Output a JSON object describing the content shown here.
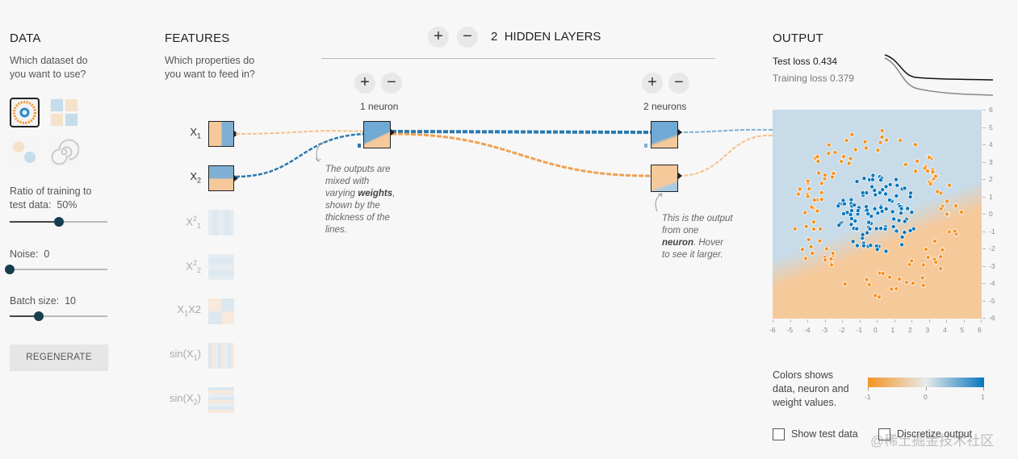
{
  "data_panel": {
    "title": "DATA",
    "question_line1": "Which dataset do",
    "question_line2": "you want to use?",
    "ratio_label_line1": "Ratio of training to",
    "ratio_label_line2": "test data:",
    "ratio_value": "50%",
    "ratio_fraction": 0.5,
    "noise_label": "Noise:",
    "noise_value": "0",
    "noise_fraction": 0.0,
    "batch_label": "Batch size:",
    "batch_value": "10",
    "batch_fraction": 0.3,
    "regenerate_label": "REGENERATE"
  },
  "features_panel": {
    "title": "FEATURES",
    "question_line1": "Which properties do",
    "question_line2": "you want to feed in?",
    "features": [
      {
        "base": "X",
        "sub": "1",
        "sup": "",
        "tail": "",
        "active": true
      },
      {
        "base": "X",
        "sub": "2",
        "sup": "",
        "tail": "",
        "active": true
      },
      {
        "base": "X",
        "sub": "1",
        "sup": "2",
        "tail": "",
        "active": false
      },
      {
        "base": "X",
        "sub": "2",
        "sup": "2",
        "tail": "",
        "active": false
      },
      {
        "base": "X",
        "sub": "1",
        "sup": "",
        "tail": "X2",
        "active": false
      },
      {
        "base": "sin(X",
        "sub": "1",
        "sup": "",
        "tail": ")",
        "active": false
      },
      {
        "base": "sin(X",
        "sub": "2",
        "sup": "",
        "tail": ")",
        "active": false
      }
    ]
  },
  "network": {
    "layers_count": "2",
    "layers_label": "HIDDEN LAYERS",
    "layer1_neurons_label": "1 neuron",
    "layer2_neurons_label": "2 neurons",
    "note_weights_1": "The outputs are",
    "note_weights_2": "mixed with",
    "note_weights_3": "varying",
    "note_weights_bold": "weights",
    "note_weights_4": "shown by the",
    "note_weights_5": "thickness of the",
    "note_weights_6": "lines.",
    "note_neuron_1": "This is the output",
    "note_neuron_2": "from one",
    "note_neuron_bold": "neuron",
    "note_neuron_3": ". Hover",
    "note_neuron_4": "to see it larger."
  },
  "output_panel": {
    "title": "OUTPUT",
    "test_loss_label": "Test loss",
    "test_loss_value": "0.434",
    "training_loss_label": "Training loss",
    "training_loss_value": "0.379",
    "y_ticks": [
      "6",
      "5",
      "4",
      "3",
      "2",
      "1",
      "0",
      "-1",
      "-2",
      "-3",
      "-4",
      "-5",
      "-6"
    ],
    "x_ticks": [
      "-6",
      "-5",
      "-4",
      "-3",
      "-2",
      "-1",
      "0",
      "1",
      "2",
      "3",
      "4",
      "5",
      "6"
    ],
    "legend_line1": "Colors shows",
    "legend_line2": "data, neuron and",
    "legend_line3": "weight values.",
    "legend_min": "-1",
    "legend_mid": "0",
    "legend_max": "1",
    "show_test_label": "Show test data",
    "discretize_label": "Discretize output"
  },
  "colors": {
    "blue": "#0877bd",
    "orange": "#f59322",
    "bg_blue": "#c7dbe8",
    "bg_orange": "#f6c99b",
    "link_blue": "#2a7ab0",
    "link_orange": "#f0a050"
  },
  "watermark": "@稀土掘金技术社区"
}
